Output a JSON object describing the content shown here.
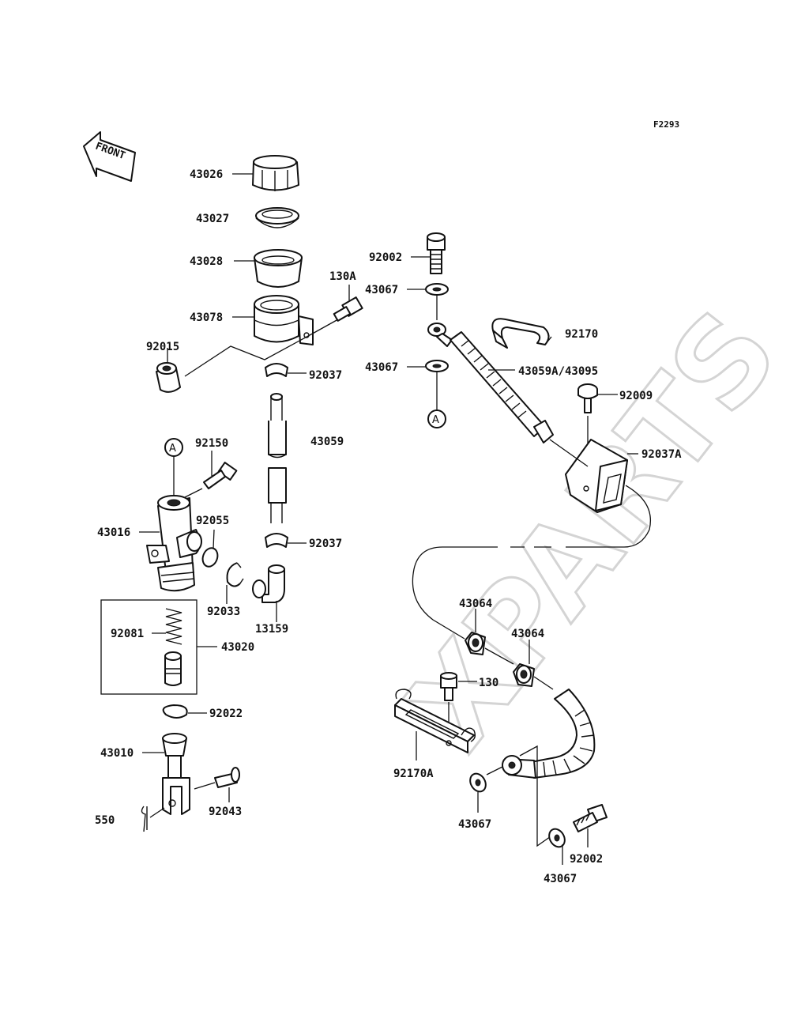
{
  "diagram_code": "F2293",
  "front_label": "FRONT",
  "watermark": "XPARTS",
  "markers": {
    "a_top": "A",
    "a_left": "A"
  },
  "part_labels": {
    "p43026": "43026",
    "p43027": "43027",
    "p43028": "43028",
    "p43078": "43078",
    "p130a": "130A",
    "p92015": "92015",
    "p92037a_top": "92037",
    "p43059": "43059",
    "p92037_bottom": "92037",
    "p92150": "92150",
    "p43016": "43016",
    "p92055": "92055",
    "p92033": "92033",
    "p13159": "13159",
    "p92081": "92081",
    "p43020": "43020",
    "p92022": "92022",
    "p43010": "43010",
    "p550": "550",
    "p92043": "92043",
    "p92002_top": "92002",
    "p43067_top": "43067",
    "p43067_mid": "43067",
    "p92170": "92170",
    "p43059a": "43059A/43095",
    "p92009": "92009",
    "p92037a": "92037A",
    "p43064_left": "43064",
    "p43064_right": "43064",
    "p130": "130",
    "p92170a": "92170A",
    "p43067_bl": "43067",
    "p92002_bottom": "92002",
    "p43067_br": "43067"
  }
}
